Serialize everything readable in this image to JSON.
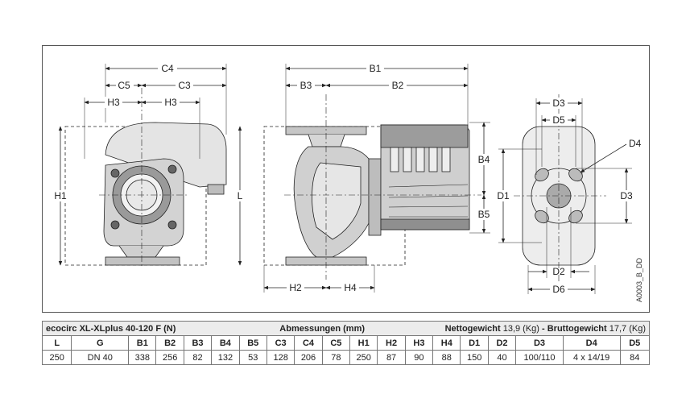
{
  "drawing": {
    "labels": {
      "C4": "C4",
      "C5": "C5",
      "C3": "C3",
      "H3a": "H3",
      "H3b": "H3",
      "H1": "H1",
      "L": "L",
      "B1": "B1",
      "B3": "B3",
      "B2": "B2",
      "B4": "B4",
      "B5": "B5",
      "H2": "H2",
      "H4": "H4",
      "D3top": "D3",
      "D5": "D5",
      "D4": "D4",
      "D1": "D1",
      "D3side": "D3",
      "D2": "D2",
      "D6": "D6"
    },
    "drawing_code": "A0003_B_DD"
  },
  "table": {
    "model": "ecocirc XL-XLplus 40-120 F (N)",
    "dimensions_title": "Abmessungen (mm)",
    "net_label": "Nettogewicht",
    "net_value": "13,9 (Kg)",
    "sep": " - ",
    "gross_label": "Bruttogewicht",
    "gross_value": "17,7 (Kg)",
    "columns": [
      "L",
      "G",
      "B1",
      "B2",
      "B3",
      "B4",
      "B5",
      "C3",
      "C4",
      "C5",
      "H1",
      "H2",
      "H3",
      "H4",
      "D1",
      "D2",
      "D3",
      "D4",
      "D5"
    ],
    "values": [
      "250",
      "DN 40",
      "338",
      "256",
      "82",
      "132",
      "53",
      "128",
      "206",
      "78",
      "250",
      "87",
      "90",
      "88",
      "150",
      "40",
      "100/110",
      "4 x 14/19",
      "84"
    ]
  }
}
